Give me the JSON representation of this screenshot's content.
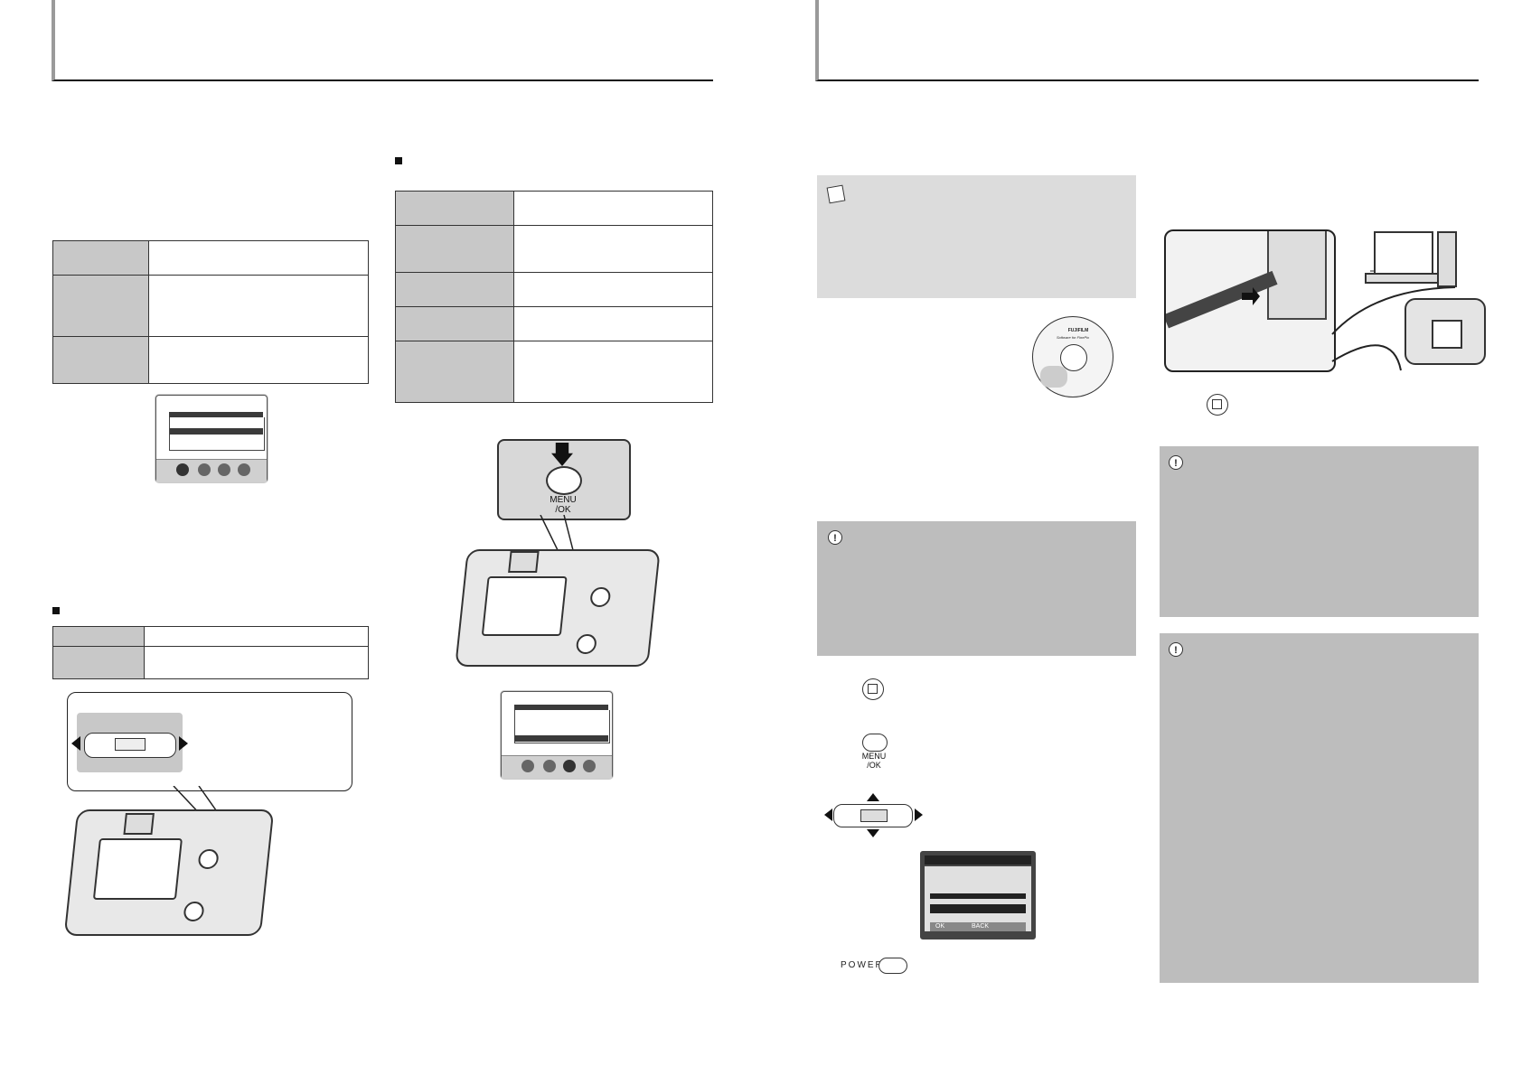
{
  "menu_button": {
    "label_line1": "MENU",
    "label_line2": "/OK"
  },
  "power_button": {
    "label": "POWER"
  },
  "lcd_dialog": {
    "ok_label": "OK",
    "back_label": "BACK"
  },
  "cd_label": {
    "brand": "FUJIFILM",
    "title": "Software for FinePix"
  },
  "icons": [
    "camera-icon",
    "playback-icon",
    "warning-icon",
    "memo-icon",
    "arrow-pad-icon",
    "macro-icon",
    "flash-icon",
    "self-timer-icon",
    "usb-cable-icon",
    "computer-icon",
    "cd-rom-icon"
  ],
  "colors": {
    "note_gray": "#bdbdbd",
    "memo_gray": "#dcdcdc",
    "table_key": "#c8c8c8"
  }
}
